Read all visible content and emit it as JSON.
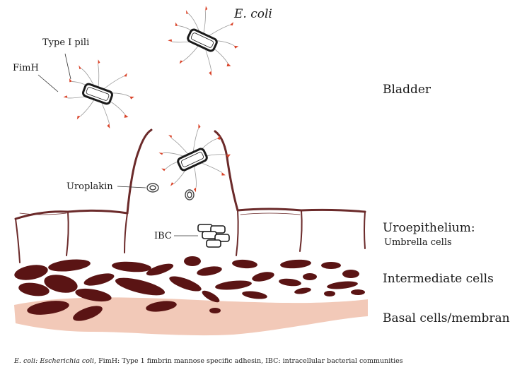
{
  "labels": {
    "ecoli": "E. coli",
    "type1_pili": "Type I pili",
    "fimh": "FimH",
    "uroplakin": "Uroplakin",
    "ibc": "IBC",
    "bladder": "Bladder",
    "uroepithelium": "Uroepithelium:",
    "umbrella_cells": "Umbrella cells",
    "intermediate_cells": "Intermediate cells",
    "basal_cells": "Basal cells/membrane"
  },
  "caption": {
    "ecoli_abbr": "E. coli",
    "ecoli_def": ": Escherichia coli",
    "rest": ", FimH: Type 1 fimbrin mannose specific adhesin, IBC: intracellular bacterial communities"
  },
  "colors": {
    "cell_outline": "#6b2a2a",
    "nucleus": "#5a1414",
    "basal": "#f2c9b8",
    "pili": "#999999",
    "fimh_tip": "#d9452b",
    "bacterium": "#1a1a1a"
  }
}
